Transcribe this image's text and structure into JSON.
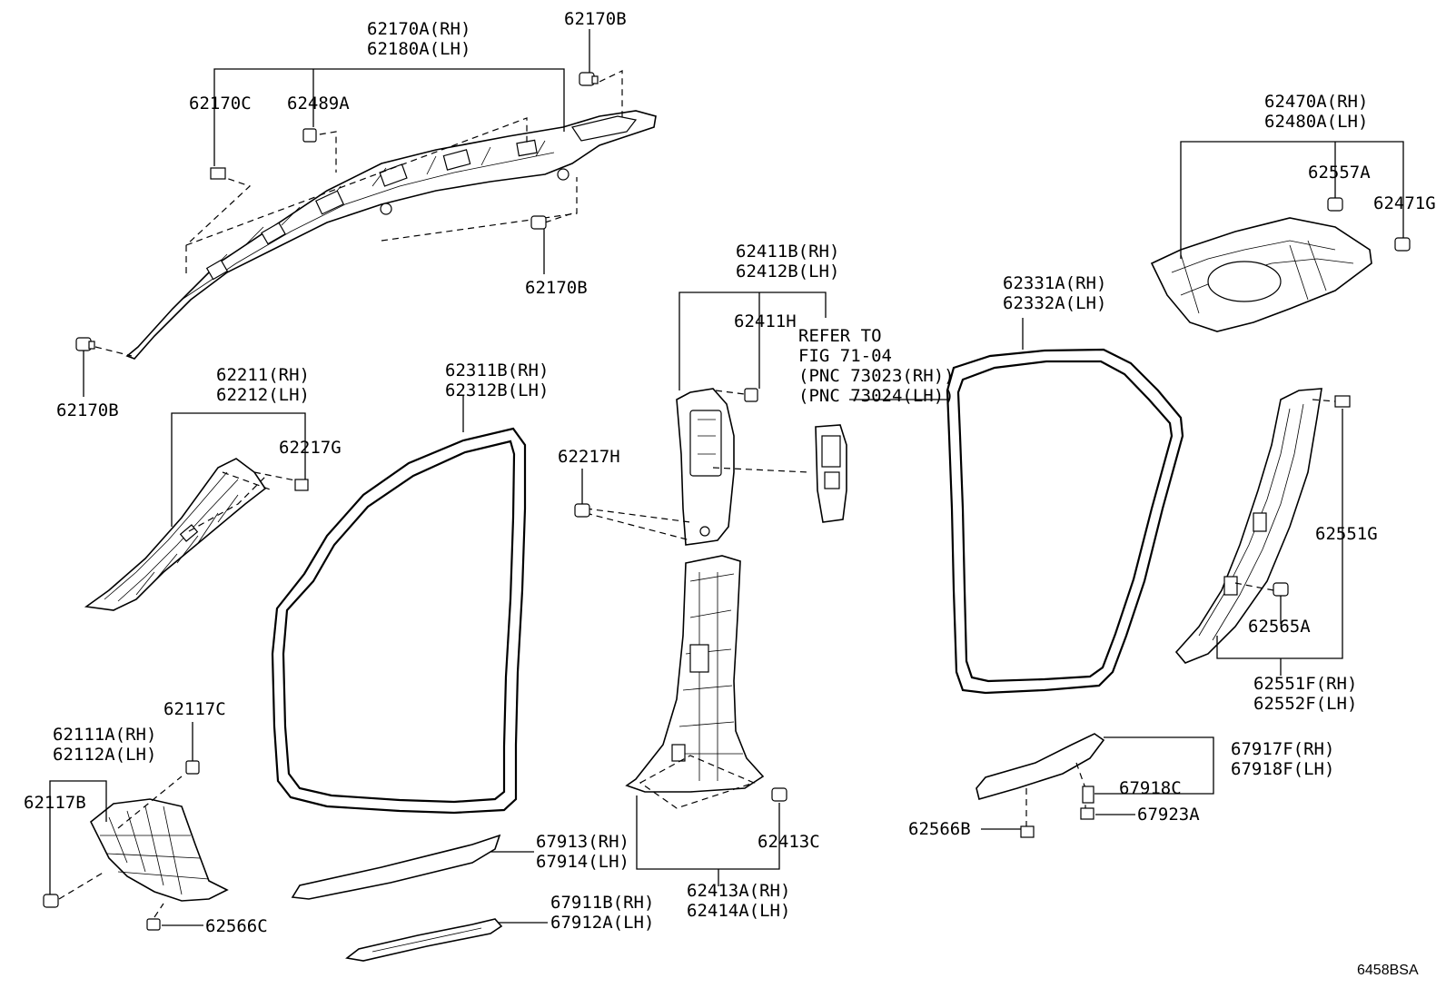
{
  "labels": {
    "p62170A": "62170A(RH)",
    "p62180A": "62180A(LH)",
    "p62170B_top": "62170B",
    "p62170C": "62170C",
    "p62489A": "62489A",
    "p62170B_mid": "62170B",
    "p62170B_left": "62170B",
    "p62211": "62211(RH)",
    "p62212": "62212(LH)",
    "p62217G": "62217G",
    "p62311B": "62311B(RH)",
    "p62312B": "62312B(LH)",
    "p62217H": "62217H",
    "p62411B": "62411B(RH)",
    "p62412B": "62412B(LH)",
    "p62411H": "62411H",
    "refer1": "REFER TO",
    "refer2": "FIG 71-04",
    "refer3": "(PNC 73023(RH))",
    "refer4": "(PNC 73024(LH))",
    "p62331A": "62331A(RH)",
    "p62332A": "62332A(LH)",
    "p62470A": "62470A(RH)",
    "p62480A": "62480A(LH)",
    "p62557A": "62557A",
    "p62471G": "62471G",
    "p62551G": "62551G",
    "p62565A": "62565A",
    "p62551F": "62551F(RH)",
    "p62552F": "62552F(LH)",
    "p62117C": "62117C",
    "p62111A": "62111A(RH)",
    "p62112A": "62112A(LH)",
    "p62117B": "62117B",
    "p62566C": "62566C",
    "p67913": "67913(RH)",
    "p67914": "67914(LH)",
    "p67911B": "67911B(RH)",
    "p67912A": "67912A(LH)",
    "p62413C": "62413C",
    "p62413A": "62413A(RH)",
    "p62414A": "62414A(LH)",
    "p67917F": "67917F(RH)",
    "p67918F": "67918F(LH)",
    "p67918C": "67918C",
    "p67923A": "67923A",
    "p62566B": "62566B",
    "figcode": "6458BSA"
  }
}
